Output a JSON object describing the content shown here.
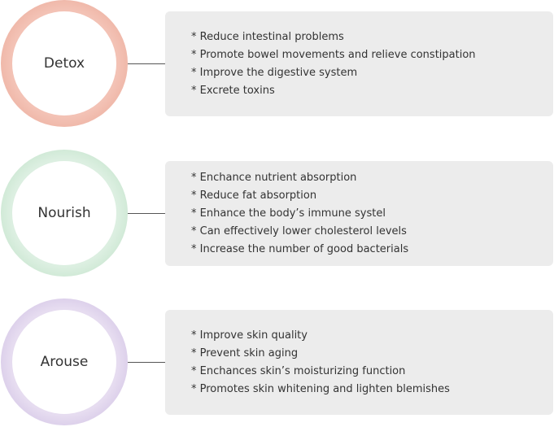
{
  "sections": [
    {
      "title": "Detox",
      "color": "#e8a08e",
      "items": [
        "* Reduce intestinal problems",
        "* Promote bowel movements and relieve constipation",
        "* Improve the digestive system",
        "* Excrete toxins"
      ]
    },
    {
      "title": "Nourish",
      "color": "#bfe3c8",
      "items": [
        "* Enchance nutrient absorption",
        "* Reduce fat absorption",
        "* Enhance the body’s immune systel",
        "* Can effectively lower cholesterol levels",
        "* Increase the number of good bacterials"
      ]
    },
    {
      "title": "Arouse",
      "color": "#cdbde2",
      "items": [
        "* Improve skin quality",
        "* Prevent skin aging",
        "* Enchances skin’s moisturizing function",
        "* Promotes skin whitening and lighten blemishes"
      ]
    }
  ]
}
